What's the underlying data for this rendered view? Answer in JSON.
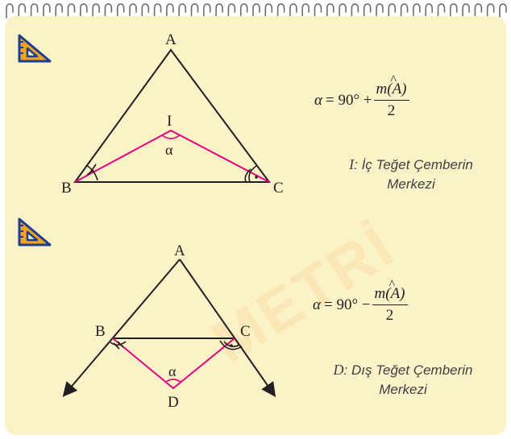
{
  "watermark": "METRİ",
  "colors": {
    "card": "#fbf2c7",
    "bisector": "#e6007e",
    "line": "#231f20",
    "icon_blue": "#1b3f8f",
    "icon_orange": "#f4a11d"
  },
  "icons": [
    "set-square-ruler-icon",
    "set-square-ruler-icon"
  ],
  "top": {
    "labels": {
      "A": "A",
      "B": "B",
      "C": "C",
      "I": "I",
      "alpha": "α"
    },
    "formula": {
      "lhs": "α",
      "eq": "= 90° +",
      "numerator": "m(A)",
      "hat": "^",
      "denominator": "2"
    },
    "caption": {
      "letter": "I",
      "line1": ": İç Teğet Çemberin",
      "line2": "Merkezi"
    }
  },
  "bottom": {
    "labels": {
      "A": "A",
      "B": "B",
      "C": "C",
      "D": "D",
      "alpha": "α"
    },
    "formula": {
      "lhs": "α",
      "eq": "= 90° −",
      "numerator": "m(A)",
      "hat": "^",
      "denominator": "2"
    },
    "caption": {
      "letter": "D",
      "line1": ": Dış Teğet Çemberin",
      "line2": "Merkezi"
    }
  }
}
